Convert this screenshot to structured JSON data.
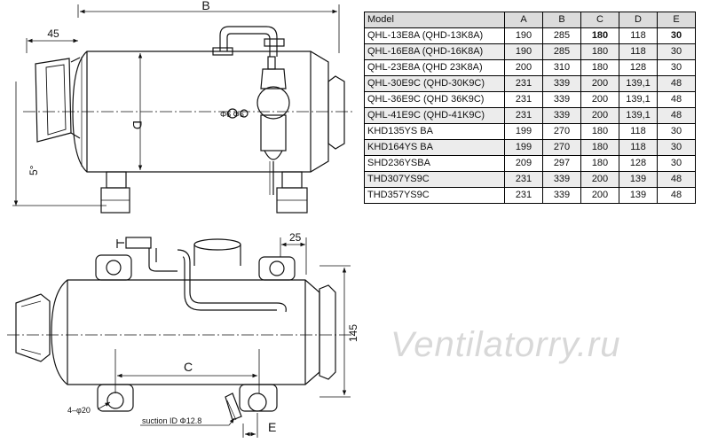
{
  "table": {
    "headers": [
      "Model",
      "A",
      "B",
      "C",
      "D",
      "E"
    ],
    "rows": [
      {
        "model": "QHL-13E8A (QHD-13K8A)",
        "a": "190",
        "b": "285",
        "c": "180",
        "d": "118",
        "e": "30"
      },
      {
        "model": "QHL-16E8A (QHD-16K8A)",
        "a": "190",
        "b": "285",
        "c": "180",
        "d": "118",
        "e": "30"
      },
      {
        "model": "QHL-23E8A (QHD 23K8A)",
        "a": "200",
        "b": "310",
        "c": "180",
        "d": "128",
        "e": "30"
      },
      {
        "model": "QHL-30E9C (QHD-30K9C)",
        "a": "231",
        "b": "339",
        "c": "200",
        "d": "139,1",
        "e": "48"
      },
      {
        "model": "QHL-36E9C (QHD 36K9C)",
        "a": "231",
        "b": "339",
        "c": "200",
        "d": "139,1",
        "e": "48"
      },
      {
        "model": "QHL-41E9C (QHD-41K9C)",
        "a": "231",
        "b": "339",
        "c": "200",
        "d": "139,1",
        "e": "48"
      },
      {
        "model": "KHD135YS BA",
        "a": "199",
        "b": "270",
        "c": "180",
        "d": "118",
        "e": "30"
      },
      {
        "model": "KHD164YS BA",
        "a": "199",
        "b": "270",
        "c": "180",
        "d": "118",
        "e": "30"
      },
      {
        "model": "SHD236YSBA",
        "a": "209",
        "b": "297",
        "c": "180",
        "d": "128",
        "e": "30"
      },
      {
        "model": "THD307YS9C",
        "a": "231",
        "b": "339",
        "c": "200",
        "d": "139",
        "e": "48"
      },
      {
        "model": "THD357YS9C",
        "a": "231",
        "b": "339",
        "c": "200",
        "d": "139",
        "e": "48"
      }
    ]
  },
  "side_view": {
    "dim_b": "B",
    "dim_45": "45",
    "dim_d": "D",
    "dim_5": "5°",
    "fitting_note": "Φ6 Φ6"
  },
  "top_view": {
    "dim_25": "25",
    "dim_145": "145",
    "dim_c": "C",
    "dim_e": "E",
    "holes_note": "4–φ20",
    "suction_note": "suction ID  Φ12.8"
  },
  "watermark": "Ventilatorry.ru"
}
